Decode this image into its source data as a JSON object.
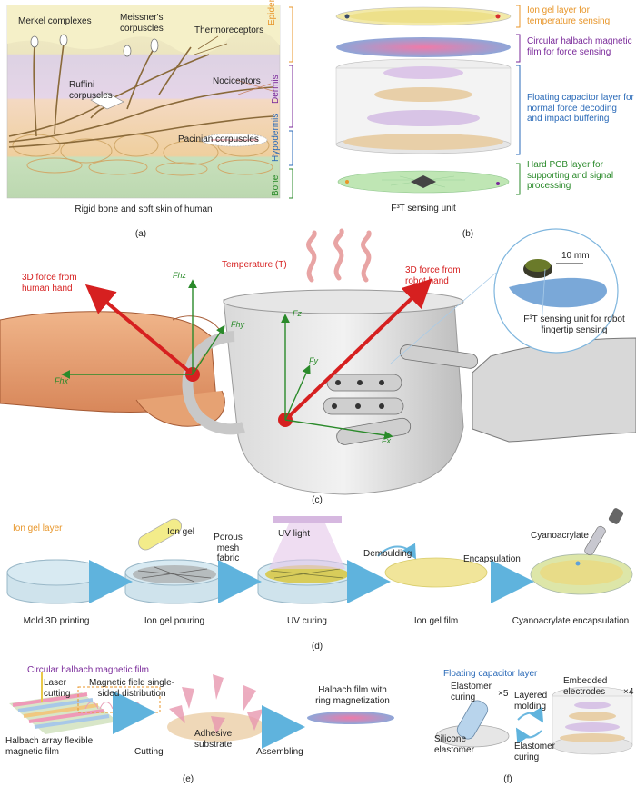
{
  "panel_a": {
    "labels": {
      "merkel": "Merkel complexes",
      "meissner": "Meissner's corpuscles",
      "thermo": "Thermoreceptors",
      "ruffini": "Ruffini corpuscles",
      "nociceptors": "Nociceptors",
      "pacinian": "Pacinian corpuscles",
      "epidermis": "Epidermis",
      "dermis": "Dermis",
      "hypodermis": "Hypodermis",
      "bone": "Bone",
      "caption": "Rigid bone and soft skin of human"
    },
    "tag": "(a)"
  },
  "panel_b": {
    "layers": {
      "ion_gel": "Ion gel layer for temperature sensing",
      "halbach": "Circular halbach magnetic film for force sensing",
      "capacitor": "Floating capacitor layer for normal force decoding and impact buffering",
      "pcb": "Hard PCB layer for supporting and signal processing"
    },
    "caption": "F³T sensing unit",
    "tag": "(b)"
  },
  "panel_c": {
    "labels": {
      "force_human": "3D force from human hand",
      "temperature": "Temperature (T)",
      "force_robot": "3D force from robot hand",
      "scale": "10 mm",
      "inset": "F³T sensing unit for robot fingertip sensing",
      "fhz": "Fhz",
      "fhy": "Fhy",
      "fhx": "Fhx",
      "fz": "Fz",
      "fy": "Fy",
      "fx": "Fx"
    },
    "tag": "(c)"
  },
  "panel_d": {
    "labels": {
      "title": "Ion gel layer",
      "ion_gel": "Ion gel",
      "porous": "Porous mesh fabric",
      "uv": "UV light",
      "demoulding": "Demoulding",
      "encapsulation": "Encapsulation",
      "cyano": "Cyanoacrylate",
      "step1": "Mold 3D printing",
      "step2": "Ion gel pouring",
      "step3": "UV curing",
      "step4": "Ion gel film",
      "step5": "Cyanoacrylate encapsulation"
    },
    "tag": "(d)"
  },
  "panel_e": {
    "labels": {
      "title": "Circular halbach magnetic film",
      "laser": "Laser cutting",
      "mag_field": "Magnetic field single-sided distribution",
      "halbach_array": "Halbach array flexible magnetic film",
      "cutting": "Cutting",
      "adhesive": "Adhesive substrate",
      "assembling": "Assembling",
      "ring": "Halbach film with ring magnetization"
    },
    "tag": "(e)"
  },
  "panel_f": {
    "labels": {
      "title": "Floating capacitor layer",
      "elastomer_curing": "Elastomer curing",
      "x5": "×5",
      "layered": "Layered molding",
      "embedded": "Embedded electrodes",
      "x4": "×4",
      "silicone": "Silicone elastomer",
      "elastomer_curing2": "Elastomer curing"
    },
    "tag": "(f)"
  }
}
